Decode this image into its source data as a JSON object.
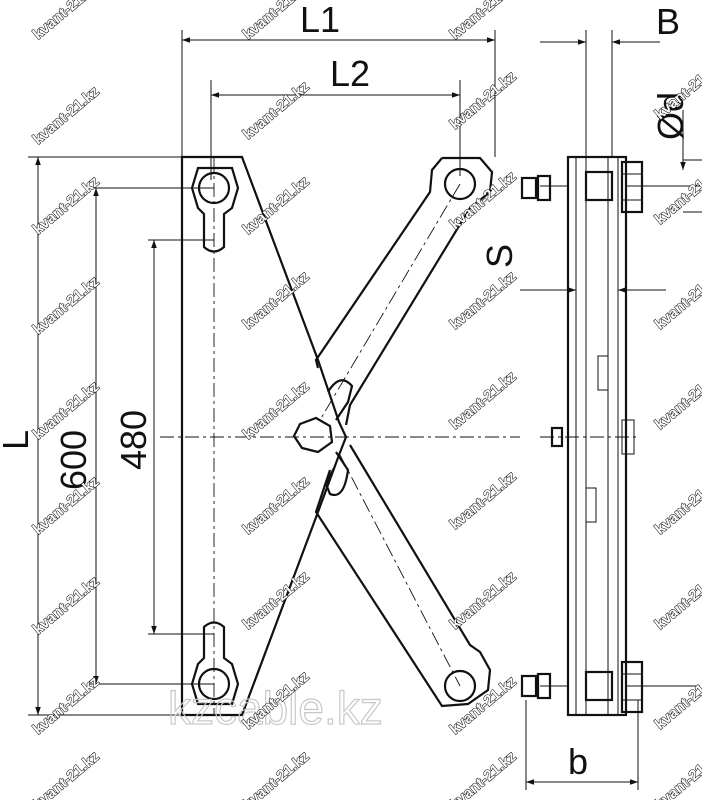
{
  "dimensions": {
    "l1": "L1",
    "l2": "L2",
    "b_upper": "B",
    "diameter": "Ød",
    "s": "S",
    "l": "L",
    "h600": "600",
    "h480": "480",
    "b_lower": "b"
  },
  "watermarks": {
    "small": "kvant-21.kz",
    "large": "kzcable.kz"
  },
  "colors": {
    "line": "#111111",
    "background": "#ffffff",
    "watermark_outline": "#111111",
    "watermark_large": "#c8c8c8"
  }
}
